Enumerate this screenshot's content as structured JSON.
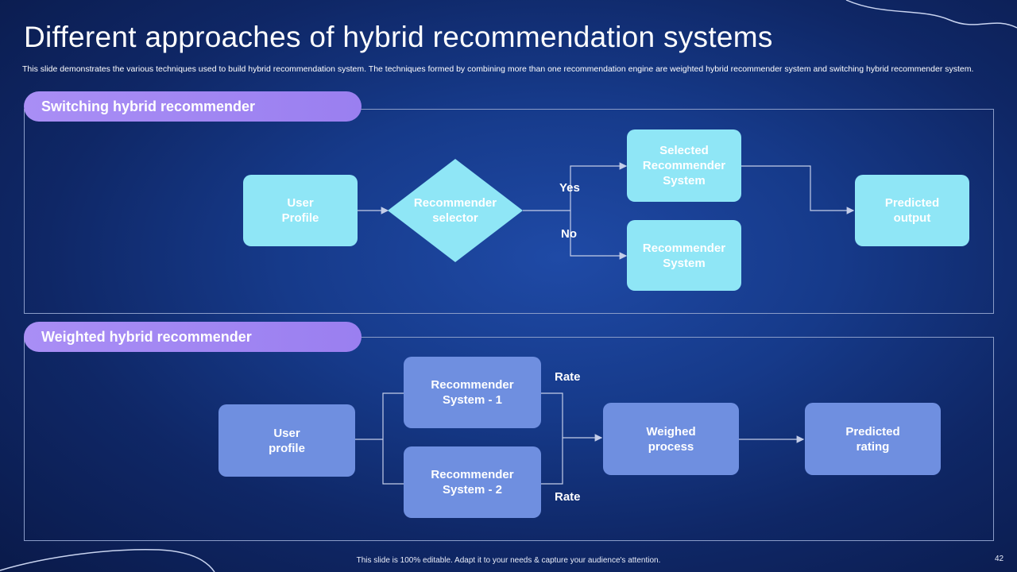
{
  "title": "Different approaches of hybrid recommendation systems",
  "subtitle": "This slide demonstrates the various techniques used to build hybrid recommendation system. The techniques formed by combining more than one recommendation engine are weighted hybrid recommender system and switching hybrid recommender system.",
  "switching": {
    "header": "Switching hybrid recommender",
    "user_profile": "User\nProfile",
    "selector": "Recommender\nselector",
    "yes": "Yes",
    "no": "No",
    "selected_system": "Selected\nRecommender\nSystem",
    "recommender_system": "Recommender\nSystem",
    "predicted_output": "Predicted\noutput"
  },
  "weighted": {
    "header": "Weighted hybrid recommender",
    "user_profile": "User\nprofile",
    "system1": "Recommender\nSystem - 1",
    "system2": "Recommender\nSystem - 2",
    "rate_top": "Rate",
    "rate_bottom": "Rate",
    "weighed_process": "Weighed\nprocess",
    "predicted_rating": "Predicted\nrating"
  },
  "footer": "This slide is 100% editable. Adapt it to your needs & capture your audience's attention.",
  "page_number": "42",
  "colors": {
    "cyan_box": "#8fe6f6",
    "blue_box": "#6f8fe0",
    "pill": "#a98ef5",
    "background": "#163a8a"
  }
}
